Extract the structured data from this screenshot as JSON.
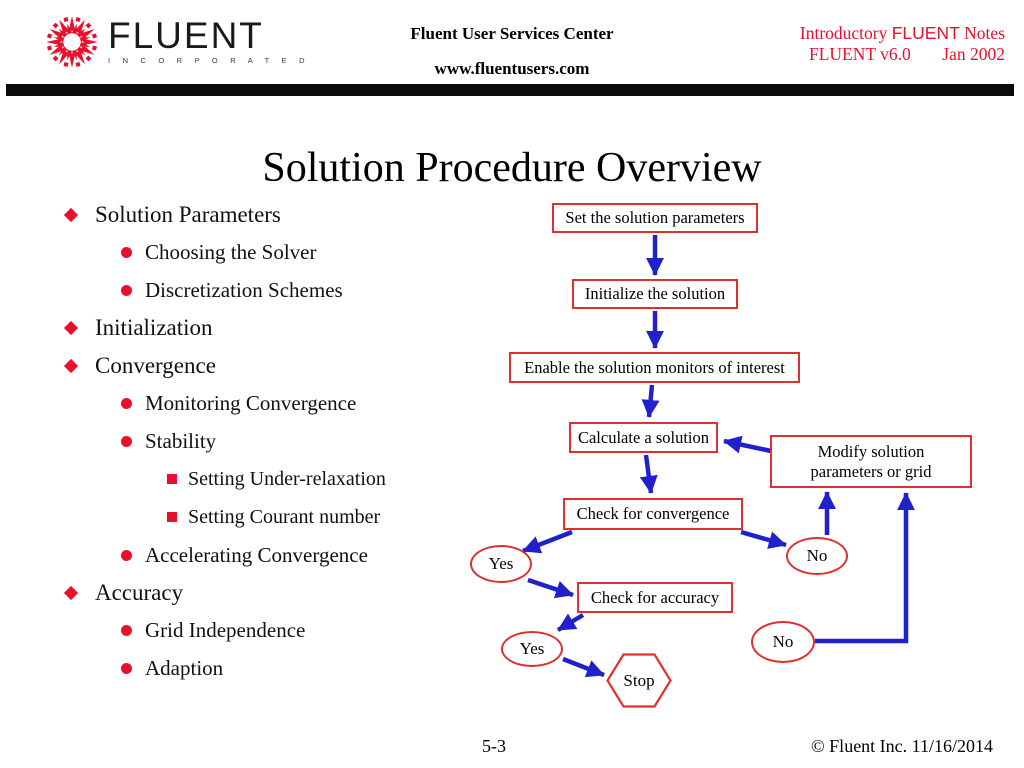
{
  "header": {
    "logo": {
      "name": "FLUENT",
      "sub": "I N C O R P O R A T E D",
      "icon": "fluent-starburst-icon"
    },
    "center": {
      "line1": "Fluent User Services Center",
      "line2": "www.fluentusers.com"
    },
    "right": {
      "intro": "Introductory ",
      "brand": "FLUENT",
      "notes": " Notes",
      "version": "FLUENT v6.0",
      "date": "Jan 2002"
    }
  },
  "title": "Solution Procedure Overview",
  "outline": {
    "items": [
      {
        "level": 1,
        "label": "Solution Parameters"
      },
      {
        "level": 2,
        "label": "Choosing the Solver"
      },
      {
        "level": 2,
        "label": "Discretization Schemes"
      },
      {
        "level": 1,
        "label": "Initialization"
      },
      {
        "level": 1,
        "label": "Convergence"
      },
      {
        "level": 2,
        "label": "Monitoring Convergence"
      },
      {
        "level": 2,
        "label": "Stability"
      },
      {
        "level": 3,
        "label": "Setting Under-relaxation"
      },
      {
        "level": 3,
        "label": "Setting Courant number"
      },
      {
        "level": 2,
        "label": "Accelerating Convergence"
      },
      {
        "level": 1,
        "label": "Accuracy"
      },
      {
        "level": 2,
        "label": "Grid Independence"
      },
      {
        "level": 2,
        "label": "Adaption"
      }
    ]
  },
  "flow": {
    "set_params": "Set the solution parameters",
    "initialize": "Initialize the solution",
    "enable_monitors": "Enable the solution monitors of interest",
    "calculate": "Calculate a solution",
    "modify1": "Modify solution",
    "modify2": "parameters or grid",
    "check_convergence": "Check for convergence",
    "check_accuracy": "Check for accuracy",
    "yes1": "Yes",
    "no1": "No",
    "yes2": "Yes",
    "no2": "No",
    "stop": "Stop"
  },
  "footer": {
    "page": "5-3",
    "copyright": "© Fluent Inc. 11/16/2014"
  },
  "colors": {
    "accent_red": "#e8112d",
    "box_border": "#e02f2f",
    "arrow_blue": "#2121cc"
  }
}
